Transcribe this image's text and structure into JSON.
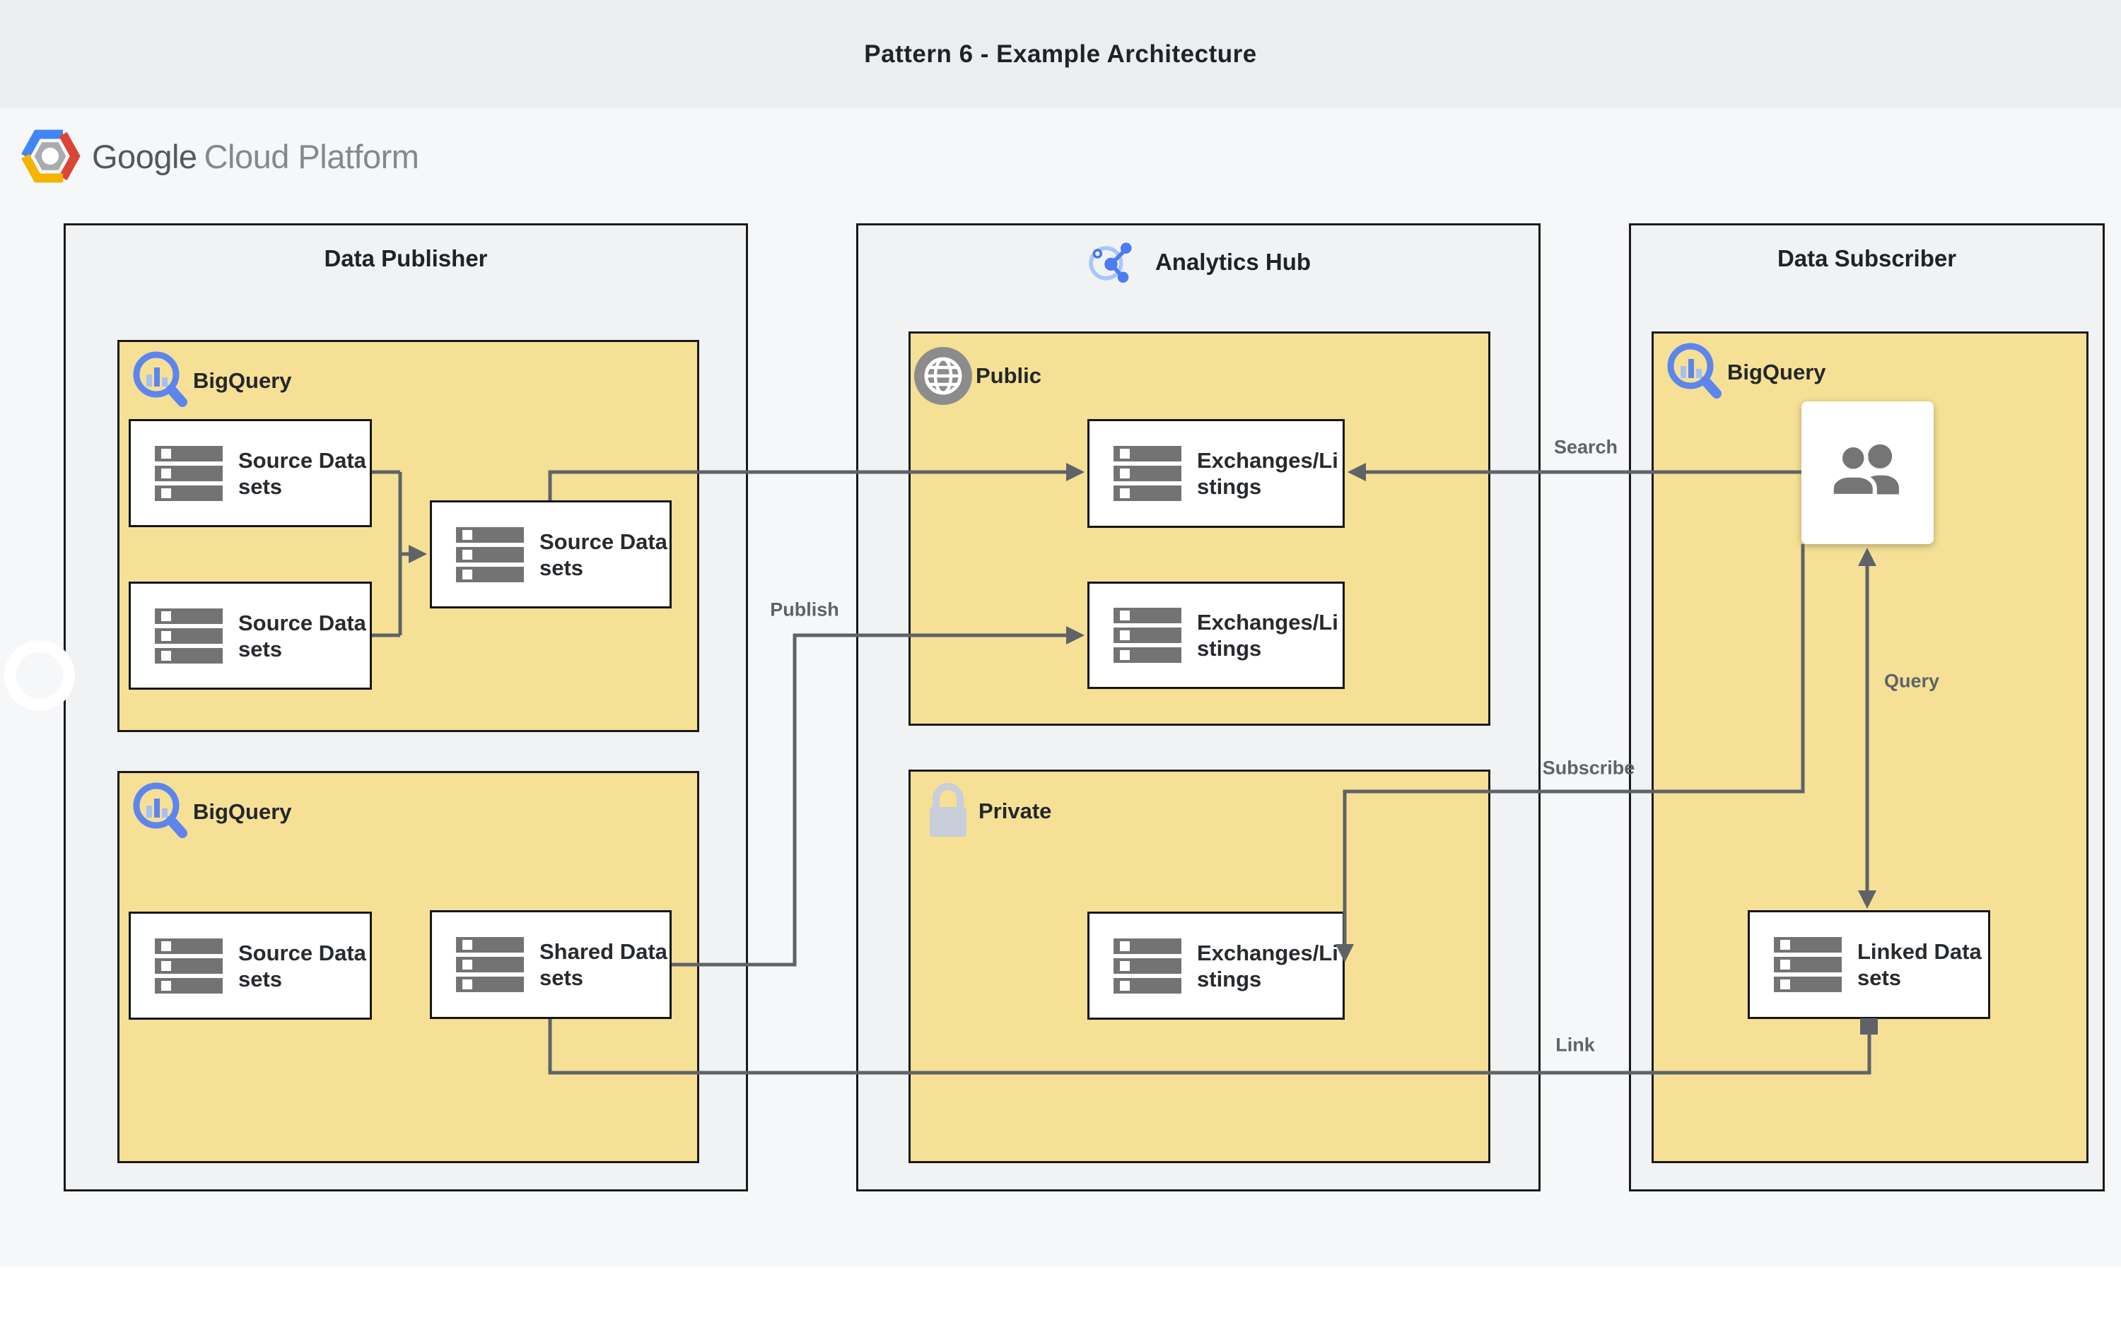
{
  "header": {
    "title": "Pattern 6 - Example Architecture"
  },
  "logo": {
    "brand": "Google",
    "product": "Cloud Platform"
  },
  "publisher": {
    "title": "Data Publisher",
    "bq_top": {
      "service": "BigQuery",
      "nodes": [
        "Source Datasets",
        "Source Datasets",
        "Source Datasets"
      ]
    },
    "bq_bottom": {
      "service": "BigQuery",
      "nodes": [
        "Source Datasets",
        "Shared Datasets"
      ]
    }
  },
  "hub": {
    "title": "Analytics Hub",
    "public": {
      "label": "Public",
      "nodes": [
        "Exchanges/Listings",
        "Exchanges/Listings"
      ]
    },
    "private": {
      "label": "Private",
      "nodes": [
        "Exchanges/Listings"
      ]
    }
  },
  "subscriber": {
    "title": "Data Subscriber",
    "bq": {
      "service": "BigQuery",
      "nodes": [
        "Linked Datasets"
      ]
    }
  },
  "edges": {
    "search": "Search",
    "publish": "Publish",
    "subscribe": "Subscribe",
    "query": "Query",
    "link": "Link"
  },
  "colors": {
    "panel_yellow": "#F5E096",
    "container_gray": "#F1F2F4",
    "connector_gray": "#5F6368",
    "border_black": "#1A1A1A",
    "bigquery_blue": "#5C85EE",
    "bigquery_light_blue": "#A6C0F4",
    "google_blue": "#4285F4",
    "google_red": "#DB4437",
    "google_yellow": "#F4B400"
  }
}
